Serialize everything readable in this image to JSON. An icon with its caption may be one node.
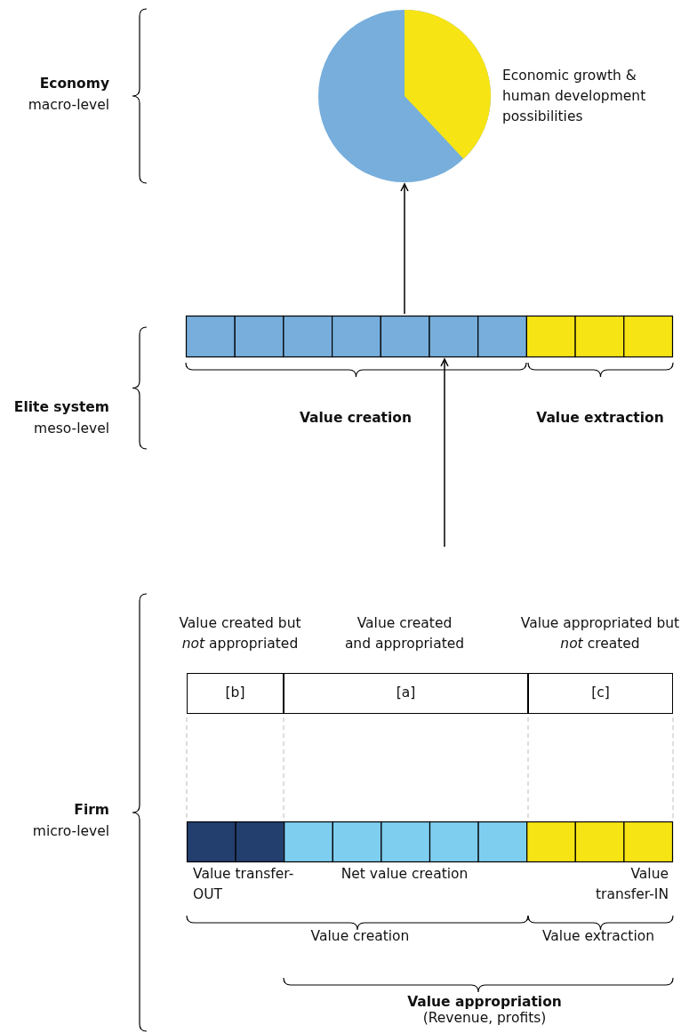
{
  "diagram": {
    "nodes": [
      {
        "text": [],
        "shape": "circle",
        "beside": [
          "Economic growth & human development possibilities"
        ]
      },
      {
        "text": [],
        "shape": "bar"
      },
      {
        "text": [],
        "shape": "bar",
        "beside": [
          "Value transfer-OUT",
          "Net value creation",
          "Value transfer-IN"
        ]
      },
      {
        "text": [
          "[b]"
        ],
        "beside": [
          "Value created but *not* appropriated"
        ]
      },
      {
        "text": [
          "[a]"
        ],
        "beside": [
          "Value created and appropriated"
        ]
      },
      {
        "text": [
          "[c]"
        ],
        "beside": [
          "Value appropriated but *not* created"
        ]
      }
    ],
    "edges": [
      {
        "from": 1,
        "to": 0,
        "arrow": "to"
      },
      {
        "from": null,
        "to": 1,
        "arrow": "to"
      }
    ],
    "labels": [
      "Economy",
      "macro-level",
      "Elite system",
      "meso-level",
      "Value creation",
      "Value extraction",
      "Firm",
      "micro-level",
      "Value creation",
      "Value extraction",
      "Value appropriation",
      "(Revenue, profits)"
    ]
  }
}
